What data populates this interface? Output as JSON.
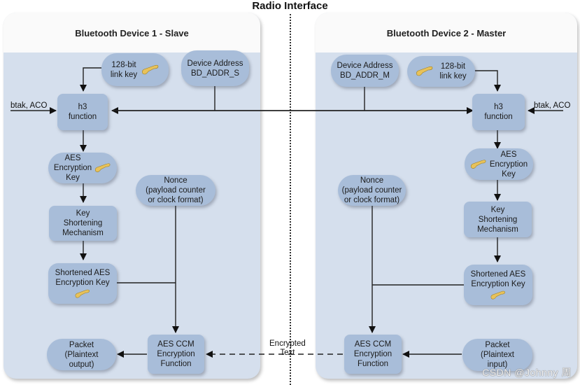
{
  "title": "Radio Interface",
  "slave": {
    "header": "Bluetooth Device 1 - Slave",
    "link_key": "128-bit\nlink key",
    "device_address": "Device Address\nBD_ADDR_S",
    "input_label": "btak, ACO",
    "h3": "h3\nfunction",
    "aes_key": "AES\nEncryption\nKey",
    "key_shortening": "Key\nShortening\nMechanism",
    "shortened_key": "Shortened AES\nEncryption Key",
    "nonce": "Nonce\n(payload counter\nor clock format)",
    "ccm": "AES CCM\nEncryption\nFunction",
    "packet": "Packet\n(Plaintext\noutput)"
  },
  "master": {
    "header": "Bluetooth Device 2 - Master",
    "link_key": "128-bit\nlink key",
    "device_address": "Device Address\nBD_ADDR_M",
    "input_label": "btak, ACO",
    "h3": "h3\nfunction",
    "aes_key": "AES\nEncryption\nKey",
    "key_shortening": "Key\nShortening\nMechanism",
    "shortened_key": "Shortened AES\nEncryption Key",
    "nonce": "Nonce\n(payload counter\nor clock format)",
    "ccm": "AES CCM\nEncryption\nFunction",
    "packet": "Packet\n(Plaintext\ninput)"
  },
  "encrypted_text_label": "Encrypted\nText",
  "watermark": "CSDN @Johnny 周",
  "colors": {
    "panel_bg": "#d5dfed",
    "node_bg": "#a8bdd9",
    "key_icon": "#e8c25a"
  }
}
